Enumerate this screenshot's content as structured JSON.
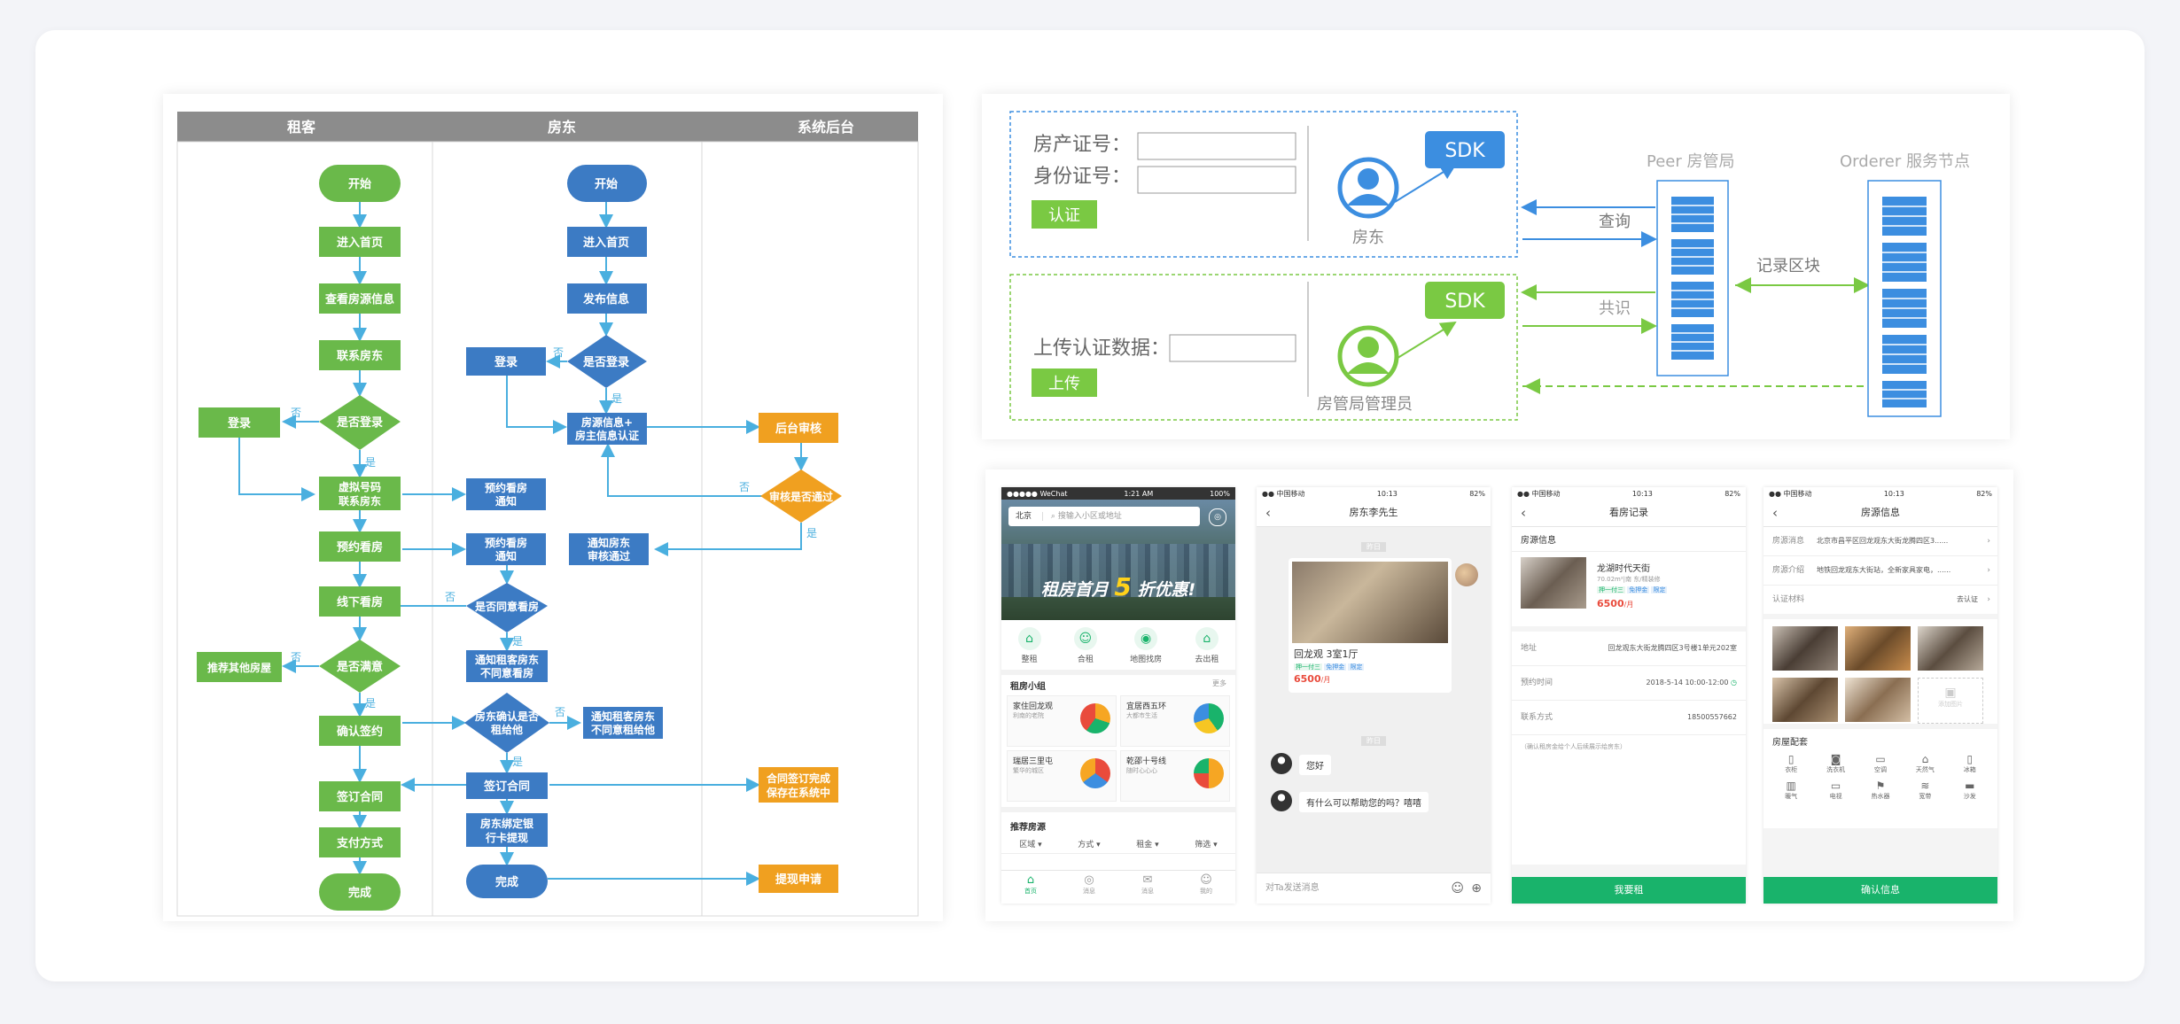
{
  "flow": {
    "lanes": [
      "租客",
      "房东",
      "系统后台"
    ],
    "nodes": {
      "t_start": "开始",
      "t_home": "进入首页",
      "t_view": "查看房源信息",
      "t_contact": "联系房东",
      "t_login_q": "是否登录",
      "t_login": "登录",
      "t_vnum": [
        "虚拟号码",
        "联系房东"
      ],
      "t_book": "预约看房",
      "t_offline": "线下看房",
      "t_sat_q": "是否满意",
      "t_recommend": "推荐其他房屋",
      "t_confirm": "确认签约",
      "t_sign": "签订合同",
      "t_pay": "支付方式",
      "t_done": "完成",
      "l_start": "开始",
      "l_home": "进入首页",
      "l_publish": "发布信息",
      "l_login_q": "是否登录",
      "l_login": "登录",
      "l_info": [
        "房源信息+",
        "房主信息认证"
      ],
      "l_notify1": [
        "预约看房",
        "通知"
      ],
      "l_notify2": [
        "预约看房",
        "通知"
      ],
      "l_agree_q": "是否同意看房",
      "l_reject": [
        "通知租客房东",
        "不同意看房"
      ],
      "l_confirm_q": [
        "房东确认是否",
        "租给他"
      ],
      "l_reject2": [
        "通知租客房东",
        "不同意租给他"
      ],
      "l_sign": "签订合同",
      "l_bind": [
        "房东绑定银",
        "行卡提现"
      ],
      "l_done": "完成",
      "l_pass": [
        "通知房东",
        "审核通过"
      ],
      "s_review": "后台审核",
      "s_pass_q": "审核是否通过",
      "s_saved": [
        "合同签订完成",
        "保存在系统中"
      ],
      "s_withdraw": "提现申请"
    },
    "yes": "是",
    "no": "否"
  },
  "blockchain": {
    "cert_label": "房产证号：",
    "id_label": "身份证号：",
    "auth_btn": "认证",
    "upload_label": "上传认证数据：",
    "upload_btn": "上传",
    "sdk": "SDK",
    "landlord": "房东",
    "admin": "房管局管理员",
    "query": "查询",
    "consensus": "共识",
    "record": "记录区块",
    "peer": "Peer  房管局",
    "orderer": "Orderer 服务节点"
  },
  "phone1": {
    "status_left": "●●●●● WeChat",
    "status_time": "1:21 AM",
    "status_right": "100%",
    "city": "北京",
    "search_placeholder": "搜输入小区或地址",
    "banner_text": "租房首月",
    "banner_num": "5",
    "banner_suffix": "折优惠!",
    "icons": [
      "整租",
      "合租",
      "地图找房",
      "去出租"
    ],
    "group_title": "租房小组",
    "group_more": "更多",
    "groups": [
      {
        "name": "家住回龙观",
        "sub": "利南的老院"
      },
      {
        "name": "宜居西五环",
        "sub": "大都市生活"
      },
      {
        "name": "瑞居三里屯",
        "sub": "繁华的城区"
      },
      {
        "name": "乾邵十号线",
        "sub": "随时心心心"
      }
    ],
    "recommend": "推荐房源",
    "filters": [
      "区域",
      "方式",
      "租金",
      "筛选"
    ],
    "tabs": [
      "首页",
      "消息",
      "消息",
      "我的"
    ]
  },
  "phone2": {
    "status_left": "●● 中国移动",
    "status_time": "10:13",
    "status_right": "82%",
    "title": "房东李先生",
    "time1": "昨日",
    "card_title": "回龙观 3室1厅",
    "tags": [
      "押一付三",
      "免押金",
      "限定"
    ],
    "price": "6500",
    "price_unit": "/月",
    "time2": "昨日",
    "msg1": "您好",
    "msg2": "有什么可以帮助您的吗？嘻嘻",
    "input_placeholder": "对Ta发送消息"
  },
  "phone3": {
    "status_left": "●● 中国移动",
    "status_time": "10:13",
    "status_right": "82%",
    "title": "看房记录",
    "section": "房源信息",
    "name": "龙湖时代天街",
    "sub": "70.02m²|南 东/精装修",
    "tags": [
      "押一付三",
      "免押金",
      "限定"
    ],
    "price": "6500",
    "price_unit": "/月",
    "addr_label": "地址",
    "addr_value": "回龙观东大街龙腾四区3号楼1单元202室",
    "time_label": "预约时间",
    "time_value": "2018-5-14 10:00-12:00",
    "phone_label": "联系方式",
    "phone_value": "18500557662",
    "note": "（确认租房金给个人后续展示给房东）",
    "button": "我要租"
  },
  "phone4": {
    "status_left": "●● 中国移动",
    "status_time": "10:13",
    "status_right": "82%",
    "title": "房源信息",
    "f1_label": "房源消息",
    "f1_value": "北京市昌平区回龙观东大街龙腾四区3......",
    "f2_label": "房源介绍",
    "f2_value": "地铁回龙观东大街站，全新家具家电，......",
    "f3_label": "认证材料",
    "f3_value": "去认证",
    "add_photo": "添加图片",
    "facilities_title": "房屋配套",
    "facilities": [
      "衣柜",
      "洗衣机",
      "空调",
      "天然气",
      "冰箱",
      "暖气",
      "电视",
      "热水器",
      "宽带",
      "沙发"
    ],
    "button": "确认信息"
  },
  "colors": {
    "green": "#6ab94a",
    "blue": "#3c7bc4",
    "orange": "#f0a020",
    "arrow": "#4aafdf",
    "brand": "#19b36b"
  }
}
